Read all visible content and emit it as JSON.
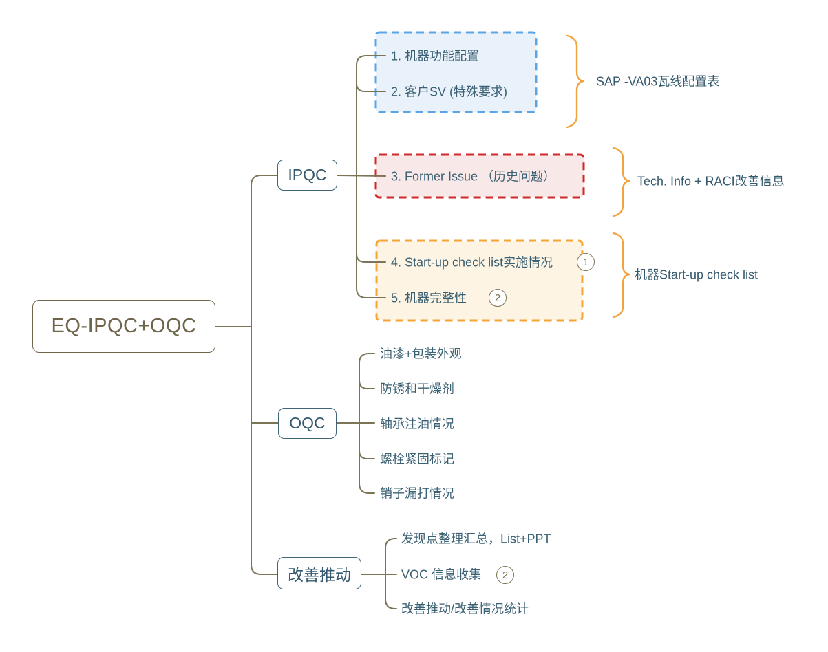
{
  "root": {
    "label": "EQ-IPQC+OQC"
  },
  "branches": {
    "ipqc": {
      "label": "IPQC",
      "groups": {
        "blue": {
          "items": [
            {
              "label": "1. 机器功能配置"
            },
            {
              "label": "2. 客户SV (特殊要求)"
            }
          ]
        },
        "red": {
          "items": [
            {
              "label": "3. Former Issue （历史问题）"
            }
          ]
        },
        "orange": {
          "items": [
            {
              "label": "4. Start-up check list实施情况",
              "badge": "1"
            },
            {
              "label": "5. 机器完整性",
              "badge": "2"
            }
          ]
        }
      }
    },
    "oqc": {
      "label": "OQC",
      "items": [
        "油漆+包装外观",
        "防锈和干燥剂",
        "轴承注油情况",
        "螺栓紧固标记",
        "销子漏打情况"
      ]
    },
    "improve": {
      "label": "改善推动",
      "items": [
        "发现点整理汇总，List+PPT",
        "VOC 信息收集",
        "改善推动/改善情况统计"
      ],
      "badge": "2"
    }
  },
  "annotations": [
    {
      "label": "SAP -VA03瓦线配置表"
    },
    {
      "label": "Tech. Info + RACI改善信息"
    },
    {
      "label": "机器Start-up check list"
    }
  ],
  "colors": {
    "connector": "#7c7456",
    "node_border": "#3f6577",
    "node_text": "#35596d",
    "root_text": "#6e654a",
    "blue_box_border": "#5ba5e7",
    "blue_box_fill": "#e9f2fb",
    "red_box_border": "#cf2a2a",
    "red_box_fill": "#f9e8e8",
    "orange_box_border": "#f4a534",
    "orange_box_fill": "#fdf4e4",
    "brace": "#f2a33c"
  }
}
